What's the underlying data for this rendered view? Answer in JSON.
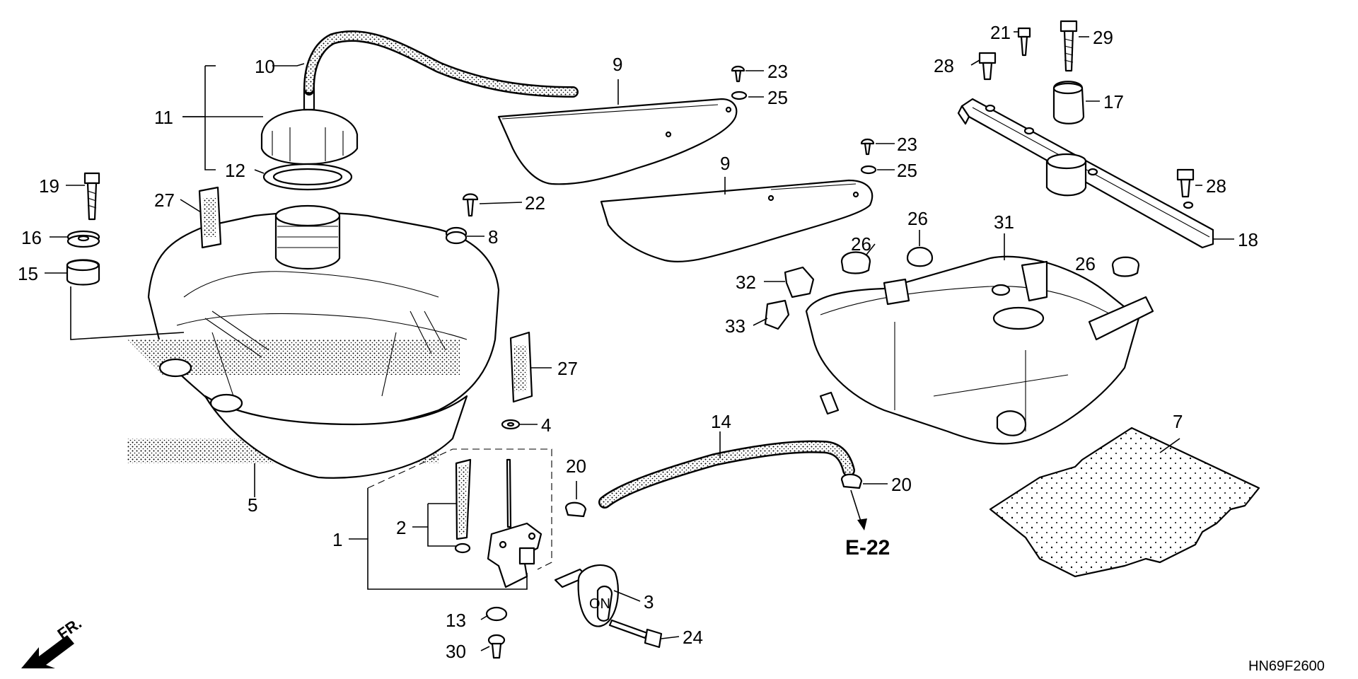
{
  "diagram_code": "HN69F2600",
  "front_indicator": "FR.",
  "cross_reference": "E-22",
  "callouts": [
    {
      "id": "c-1",
      "label": "1"
    },
    {
      "id": "c-2",
      "label": "2"
    },
    {
      "id": "c-3",
      "label": "3"
    },
    {
      "id": "c-4",
      "label": "4"
    },
    {
      "id": "c-5",
      "label": "5"
    },
    {
      "id": "c-7",
      "label": "7"
    },
    {
      "id": "c-8",
      "label": "8"
    },
    {
      "id": "c-9a",
      "label": "9"
    },
    {
      "id": "c-9b",
      "label": "9"
    },
    {
      "id": "c-10",
      "label": "10"
    },
    {
      "id": "c-11",
      "label": "11"
    },
    {
      "id": "c-12",
      "label": "12"
    },
    {
      "id": "c-13",
      "label": "13"
    },
    {
      "id": "c-14",
      "label": "14"
    },
    {
      "id": "c-15",
      "label": "15"
    },
    {
      "id": "c-16",
      "label": "16"
    },
    {
      "id": "c-17",
      "label": "17"
    },
    {
      "id": "c-18",
      "label": "18"
    },
    {
      "id": "c-19",
      "label": "19"
    },
    {
      "id": "c-20a",
      "label": "20"
    },
    {
      "id": "c-20b",
      "label": "20"
    },
    {
      "id": "c-21",
      "label": "21"
    },
    {
      "id": "c-22",
      "label": "22"
    },
    {
      "id": "c-23a",
      "label": "23"
    },
    {
      "id": "c-23b",
      "label": "23"
    },
    {
      "id": "c-24",
      "label": "24"
    },
    {
      "id": "c-25a",
      "label": "25"
    },
    {
      "id": "c-25b",
      "label": "25"
    },
    {
      "id": "c-26a",
      "label": "26"
    },
    {
      "id": "c-26b",
      "label": "26"
    },
    {
      "id": "c-26c",
      "label": "26"
    },
    {
      "id": "c-27a",
      "label": "27"
    },
    {
      "id": "c-27b",
      "label": "27"
    },
    {
      "id": "c-28a",
      "label": "28"
    },
    {
      "id": "c-28b",
      "label": "28"
    },
    {
      "id": "c-29",
      "label": "29"
    },
    {
      "id": "c-30",
      "label": "30"
    },
    {
      "id": "c-31",
      "label": "31"
    },
    {
      "id": "c-32",
      "label": "32"
    },
    {
      "id": "c-33",
      "label": "33"
    }
  ]
}
